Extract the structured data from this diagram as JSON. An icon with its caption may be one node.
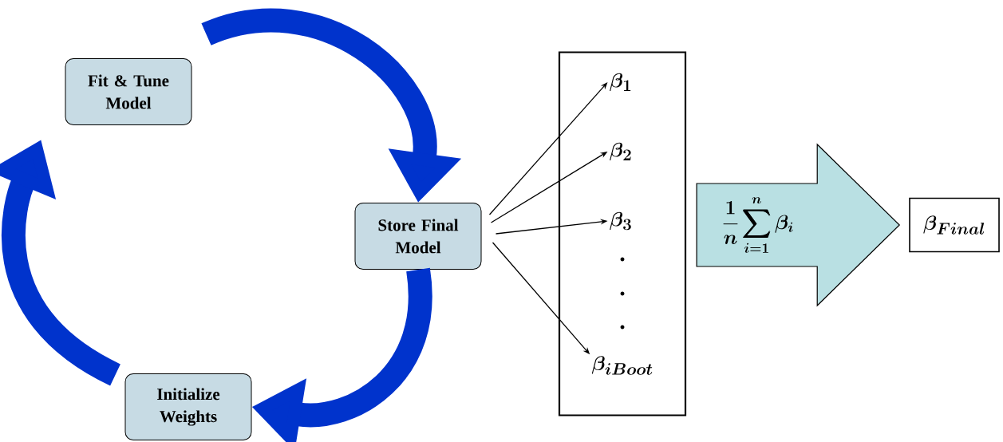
{
  "diagram": {
    "nodes": [
      {
        "text": [
          "Fit & Tune Model"
        ]
      },
      {
        "text": [
          "Store Final Model"
        ]
      },
      {
        "text": [
          "Initialize Weights"
        ]
      },
      {
        "text": [],
        "shape": "box"
      },
      {
        "text": [
          "\\bm{\\beta_{1}}"
        ],
        "in": 3
      },
      {
        "text": [
          "\\bm{\\beta_{2}}"
        ],
        "in": 3
      },
      {
        "text": [
          "\\bm{\\beta_{3}}"
        ],
        "in": 3
      },
      {
        "text": [
          "\\bm{\\beta_{iBoot}}"
        ],
        "in": 3
      },
      {
        "text": [
          "\\bm{\\beta_{Final}}"
        ]
      }
    ],
    "edges": [
      {
        "from": 0,
        "to": 1,
        "arrow": "to",
        "style": "thick",
        "color": "#0033cc"
      },
      {
        "from": 1,
        "to": 2,
        "arrow": "to",
        "style": "thick",
        "color": "#0033cc"
      },
      {
        "from": 2,
        "to": 0,
        "arrow": "to",
        "style": "thick",
        "color": "#0033cc"
      },
      {
        "from": 1,
        "to": 4,
        "arrow": "to"
      },
      {
        "from": 1,
        "to": 5,
        "arrow": "to"
      },
      {
        "from": 1,
        "to": 6,
        "arrow": "to"
      },
      {
        "from": 1,
        "to": 7,
        "arrow": "to"
      },
      {
        "from": 3,
        "to": 8,
        "arrow": "to",
        "style": "thick",
        "color": "#b9e0e3",
        "label": "\\bm{\\frac{1}{n}\\sum_{i=1}^{n}\\beta_{i}}"
      }
    ],
    "labels": [
      ".",
      ".",
      "."
    ]
  }
}
